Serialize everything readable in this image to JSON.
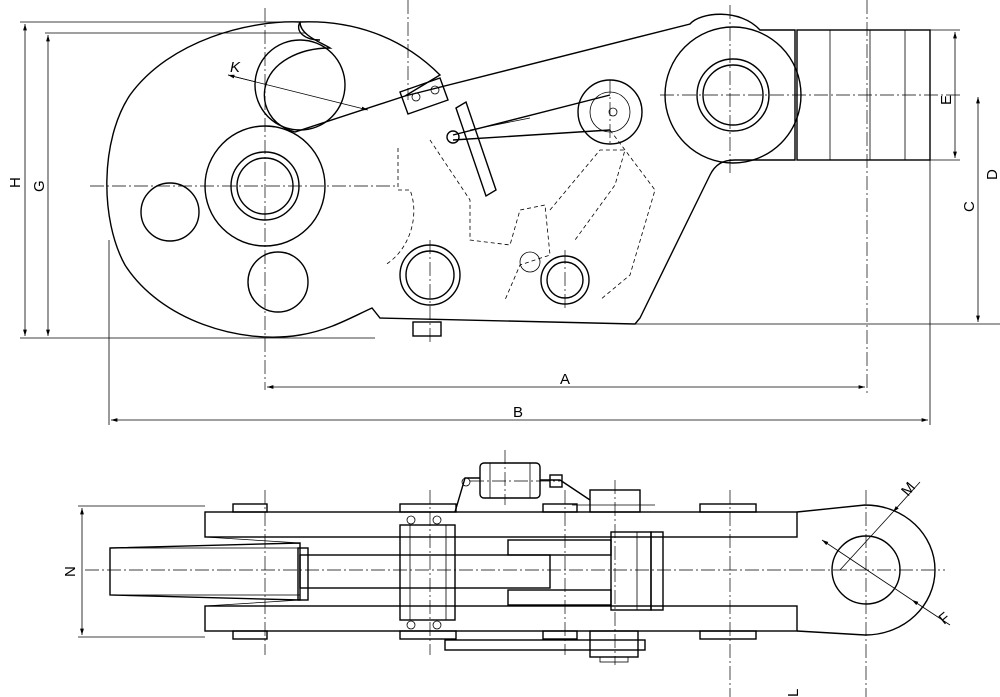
{
  "dimensions": {
    "A": "A",
    "B": "B",
    "C": "C",
    "D": "D",
    "E": "E",
    "F": "F",
    "G": "G",
    "H": "H",
    "K": "K",
    "L": "L",
    "M": "M",
    "N": "N"
  }
}
